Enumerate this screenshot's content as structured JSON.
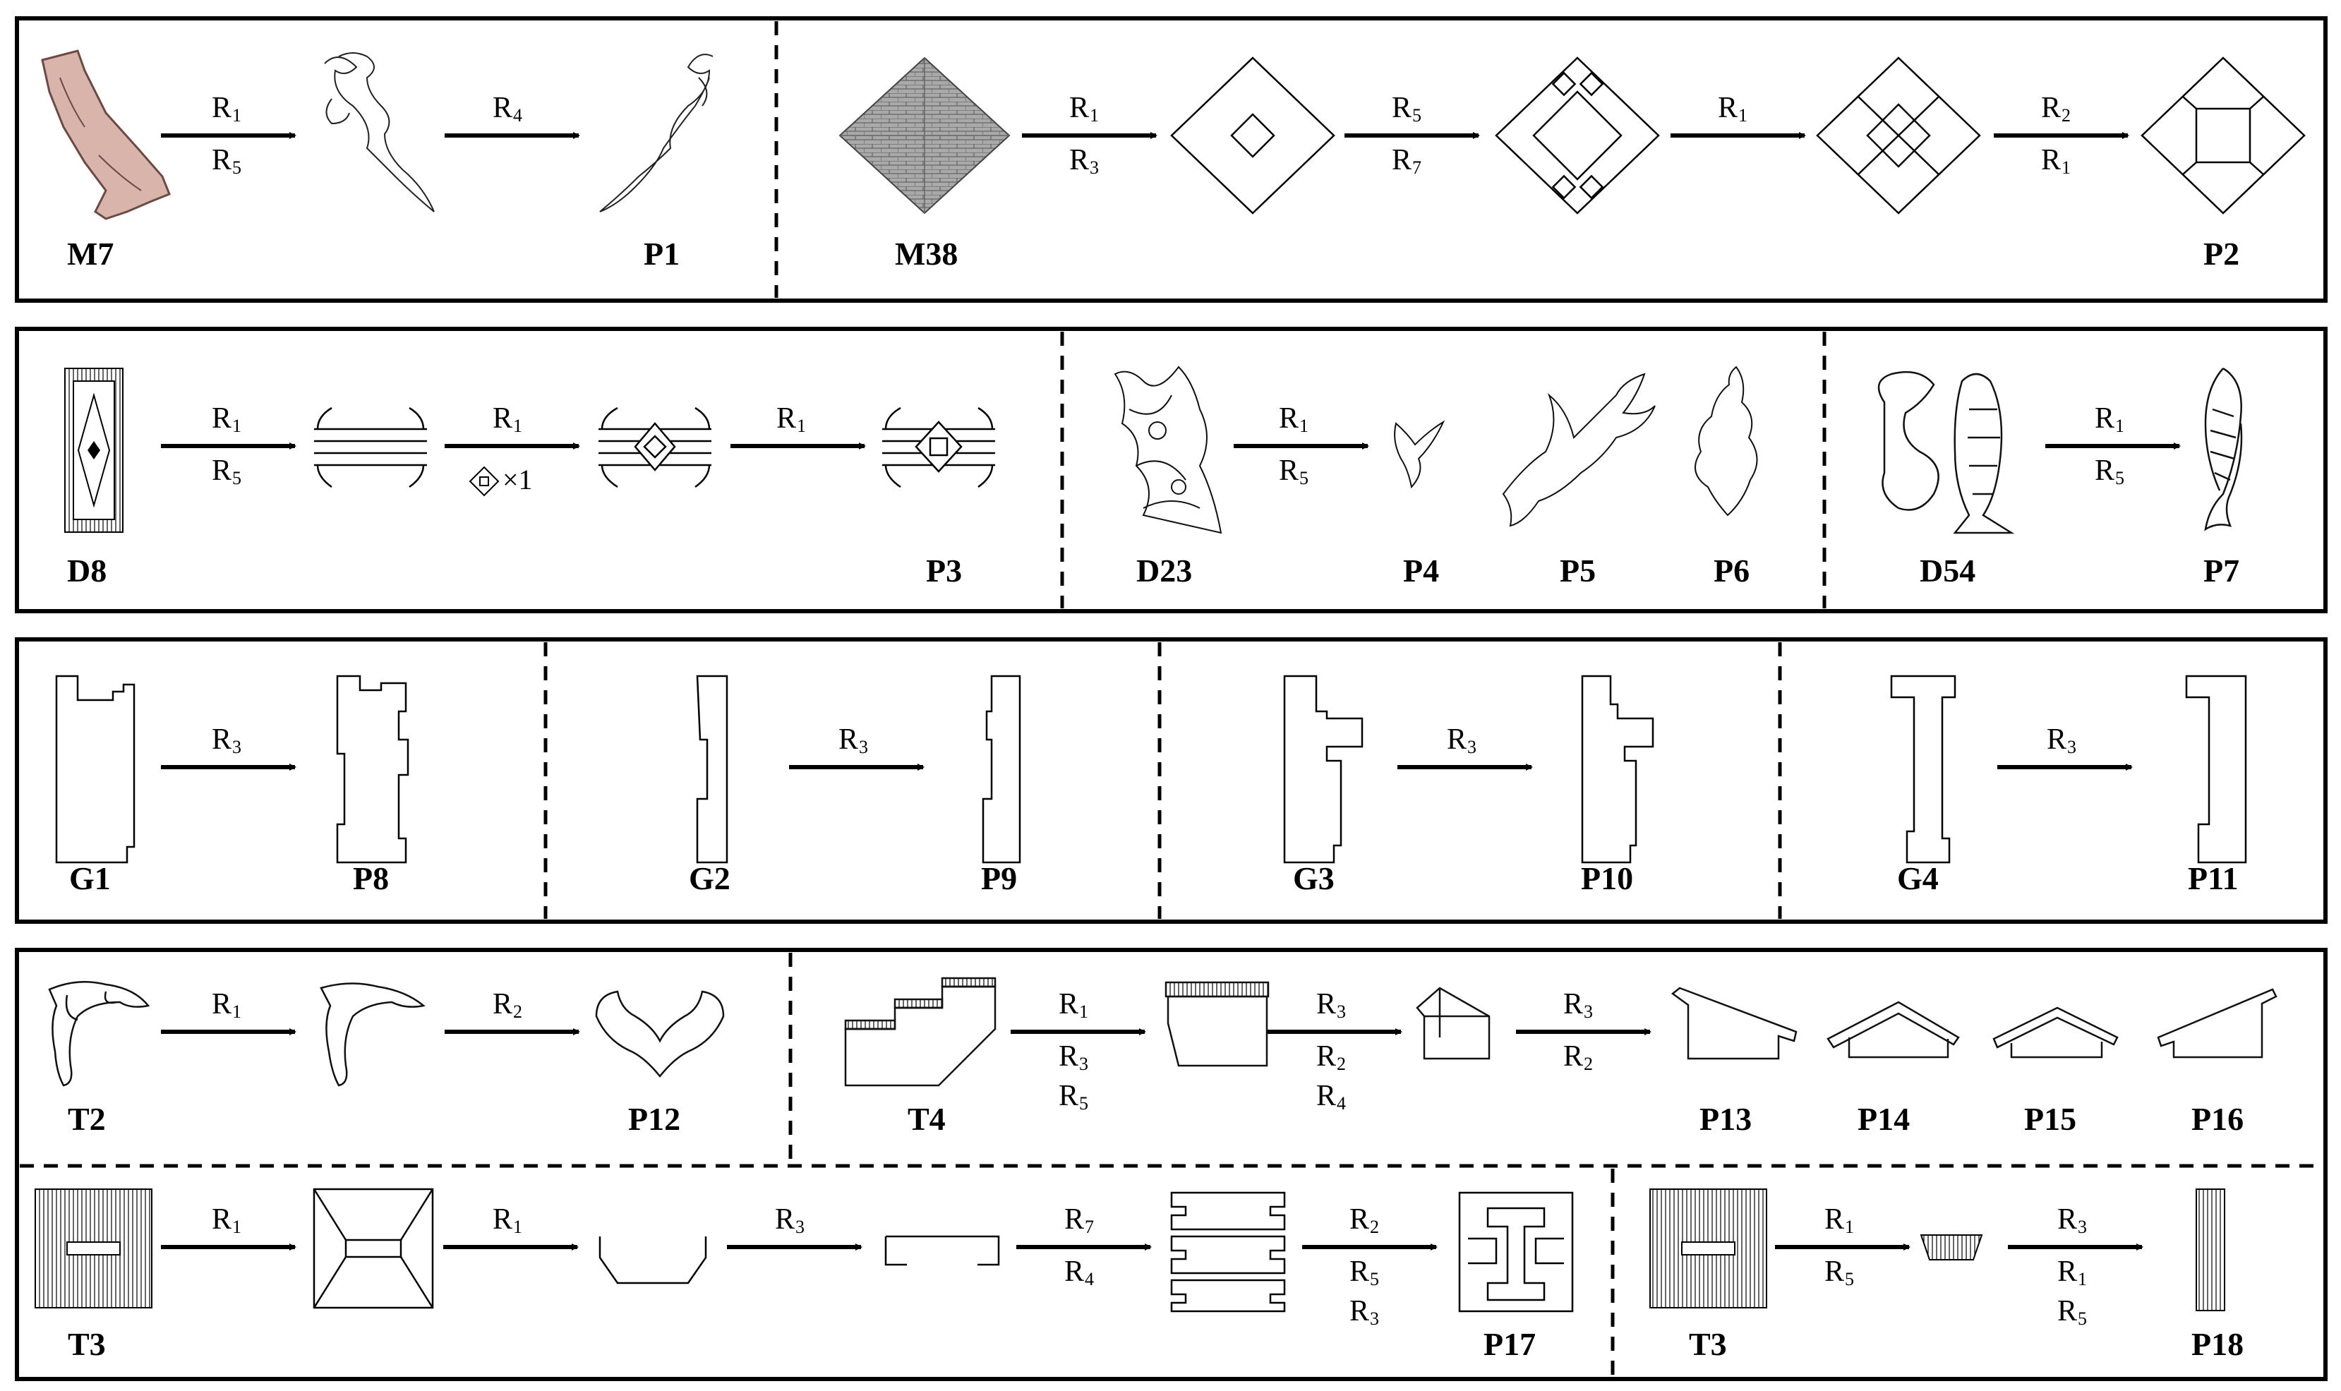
{
  "colors": {
    "ink": "#000000",
    "background": "#ffffff",
    "m7_fill": "#d8b4aa",
    "m38_fill": "#a9a9a9"
  },
  "labels": {
    "M7": "M7",
    "P1": "P1",
    "M38": "M38",
    "P2": "P2",
    "D8": "D8",
    "P3": "P3",
    "D23": "D23",
    "P4": "P4",
    "P5": "P5",
    "P6": "P6",
    "D54": "D54",
    "P7": "P7",
    "G1": "G1",
    "P8": "P8",
    "G2": "G2",
    "P9": "P9",
    "G3": "G3",
    "P10": "P10",
    "G4": "G4",
    "P11": "P11",
    "T2": "T2",
    "P12": "P12",
    "T4": "T4",
    "P13": "P13",
    "P14": "P14",
    "P15": "P15",
    "P16": "P16",
    "T3a": "T3",
    "P17": "P17",
    "T3b": "T3",
    "P18": "P18"
  },
  "rule_prefix": "R",
  "rules": {
    "r1_a1": [
      "1",
      "5"
    ],
    "r1_a2": [
      "4"
    ],
    "r1_b1": [
      "1",
      "3"
    ],
    "r1_b2": [
      "5",
      "7"
    ],
    "r1_b3": [
      "1"
    ],
    "r1_b4": [
      "2",
      "1"
    ],
    "r2_a1": [
      "1",
      "5"
    ],
    "r2_a2": [
      "1"
    ],
    "r2_a3": [
      "1"
    ],
    "r2_b1": [
      "1",
      "5"
    ],
    "r2_c1": [
      "1",
      "5"
    ],
    "r3_a1": [
      "3"
    ],
    "r3_b1": [
      "3"
    ],
    "r3_c1": [
      "3"
    ],
    "r3_d1": [
      "3"
    ],
    "r4_a1": [
      "1"
    ],
    "r4_a2": [
      "2"
    ],
    "r4_b1": [
      "1",
      "3",
      "5"
    ],
    "r4_b2": [
      "3",
      "2",
      "4"
    ],
    "r4_b3": [
      "3",
      "2"
    ],
    "r5_a1": [
      "1"
    ],
    "r5_a2": [
      "1"
    ],
    "r5_a3": [
      "3"
    ],
    "r5_a4": [
      "7",
      "4"
    ],
    "r5_a5": [
      "2",
      "5",
      "3"
    ],
    "r5_b1": [
      "1",
      "5"
    ],
    "r5_b2": [
      "3",
      "1",
      "5"
    ]
  },
  "inline_note": "×1"
}
